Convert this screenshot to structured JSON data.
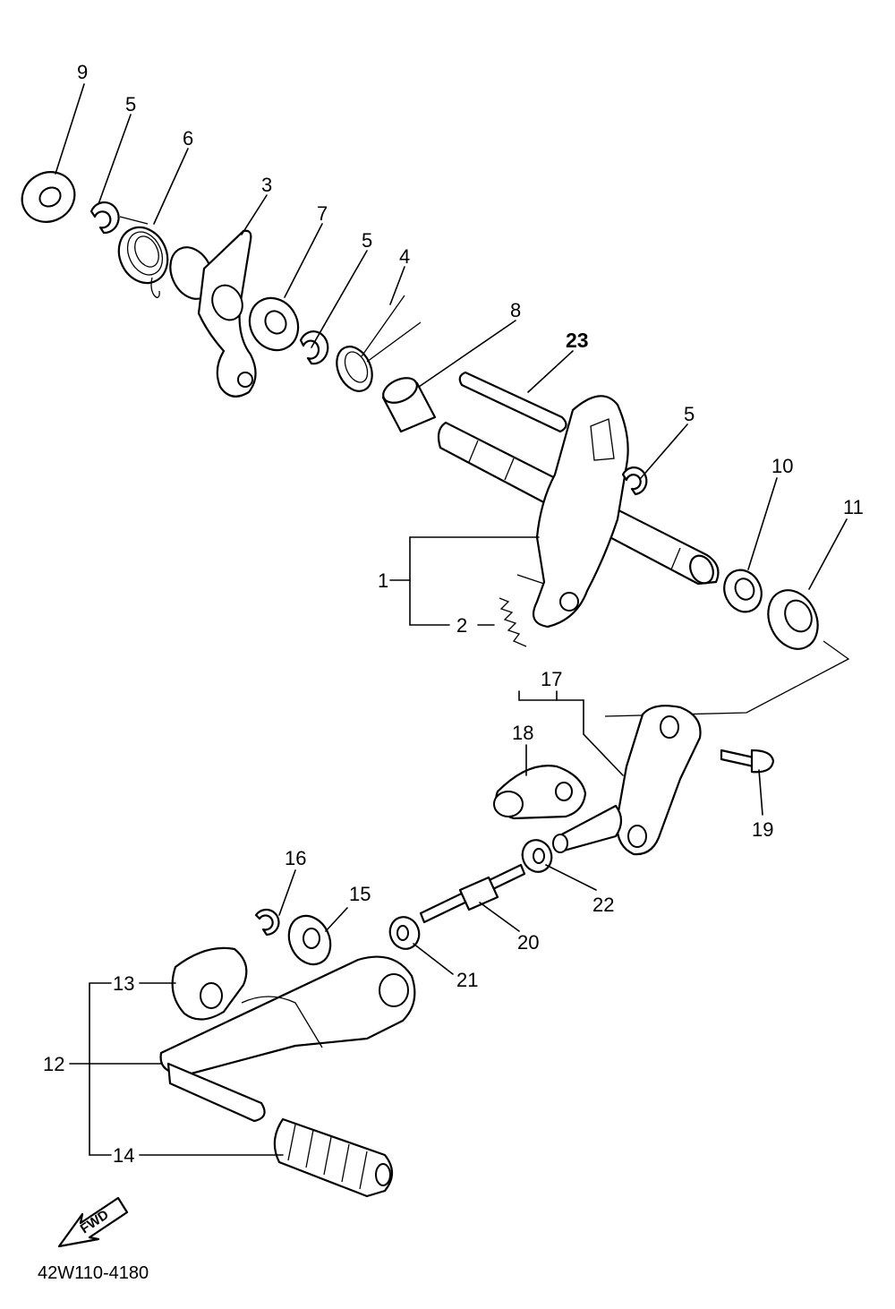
{
  "callouts": {
    "c9": "9",
    "c5a": "5",
    "c6": "6",
    "c3": "3",
    "c7": "7",
    "c5b": "5",
    "c4": "4",
    "c8": "8",
    "c23": "23",
    "c5c": "5",
    "c10": "10",
    "c11": "11",
    "c1": "1",
    "c2": "2",
    "c17": "17",
    "c18": "18",
    "c19": "19",
    "c16": "16",
    "c15": "15",
    "c22": "22",
    "c20": "20",
    "c21": "21",
    "c13": "13",
    "c12": "12",
    "c14": "14"
  },
  "fwd_label": "FWD",
  "diagram_code": "42W110-4180"
}
